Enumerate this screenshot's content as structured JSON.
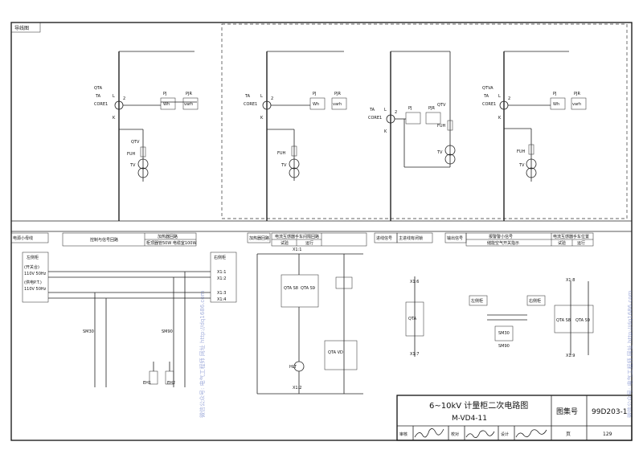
{
  "sections": {
    "primary": "导线图",
    "busbar": "电源小母线",
    "control": "控制与信号回路",
    "heater": "加热器回路",
    "incoming": "进线信号",
    "incoming_state": "主进线有闭锁",
    "output": "输出信号"
  },
  "row1_cells": {
    "control_box": "控制与信号回路",
    "heater_box": "加热器回路",
    "heater_spec": "柜顶器管50W 电缆室100W",
    "trolley_title": "电流互感器手车间隔回路",
    "trolley_test": "试验",
    "trolley_run": "运行",
    "output_left": "报警警小信号",
    "output_left_sub": "储能空气开关指示",
    "output_right": "电流互感器手车位置",
    "output_test": "试验",
    "output_run": "运行"
  },
  "primary_labels": {
    "qta": "QTA",
    "qtva": "QTVA",
    "ta": "TA",
    "core": "CORE1",
    "l": "L",
    "k": "K",
    "two": "2",
    "pj": "PJ",
    "pjr": "PJR",
    "qtv": "QTV",
    "fuh": "FUH",
    "tv": "TV",
    "wh": "Wh",
    "varh": "varh"
  },
  "busbar_labels": {
    "left_side": "左侧柜",
    "right_side": "右侧柜",
    "switch_in": "(开关合)",
    "supply": "(供电P.T.)",
    "w1": "110V 50Hz",
    "w2": "110V 50Hz",
    "r1": "X1:1",
    "r2": "X1:2",
    "r3": "X1:3",
    "r4": "X1:4"
  },
  "device_labels": {
    "sm30": "SM30",
    "sm90": "SM90",
    "eh1": "EH1",
    "eh2": "EH2",
    "hlt": "HLT",
    "qta_s8": "QTA S8",
    "qta_s9": "QTA S9",
    "qta_vd": "QTA VD",
    "x1_1": "X1:1",
    "x1_2": "X1:2",
    "x1_6": "X1:6",
    "x1_7": "X1:7",
    "x1_8": "X1:8",
    "x1_9": "X1:9"
  },
  "title_block": {
    "title": "6~10kV 计量柜二次电路图",
    "code": "M-VD4-11",
    "atlas_label": "图集号",
    "atlas_no": "99D203-1",
    "review": "审核",
    "check": "校对",
    "design": "设计",
    "page_label": "页",
    "page_no": "129"
  },
  "watermarks": {
    "left": "微信公众号: 电气工程师 网址 http://dq1686.com",
    "right": "微信公众号: 电气工程师 网址 http://dq1686.com"
  }
}
